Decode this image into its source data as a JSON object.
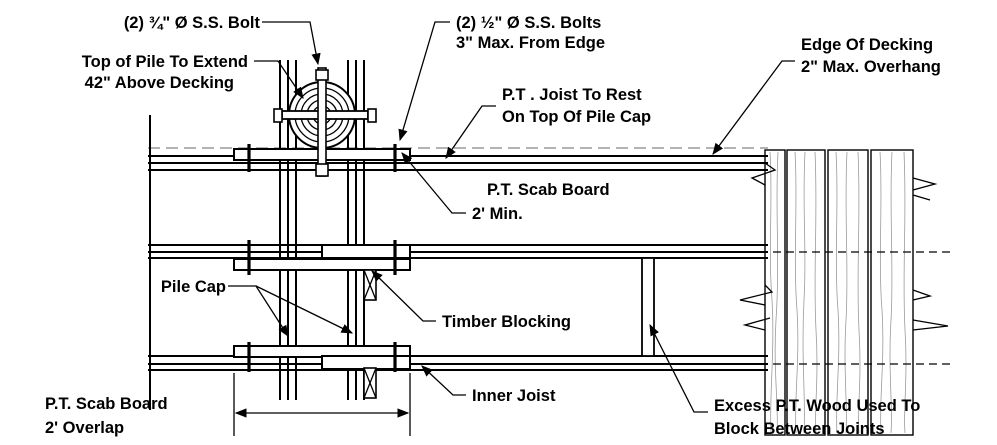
{
  "labels": {
    "bolt_34_line1": "(2) ¾\" Ø S.S. Bolt",
    "bolt_12_line1": "(2) ½\" Ø S.S. Bolts",
    "bolt_12_line2": "3\" Max. From Edge",
    "pile_top_line1": "Top of Pile To Extend",
    "pile_top_line2": "42\" Above Decking",
    "edge_line1": "Edge Of Decking",
    "edge_line2": "2\" Max. Overhang",
    "joist_rest_line1": "P.T . Joist To Rest",
    "joist_rest_line2": "On Top Of Pile Cap",
    "scab_line1": "P.T. Scab Board",
    "scab_line2": "2' Min.",
    "pile_cap": "Pile Cap",
    "timber_blocking": "Timber Blocking",
    "inner_joist": "Inner Joist",
    "scab_overlap_line1": "P.T. Scab Board",
    "scab_overlap_line2": "2' Overlap",
    "excess_line1": "Excess P.T. Wood Used To",
    "excess_line2": "Block Between Joints"
  }
}
